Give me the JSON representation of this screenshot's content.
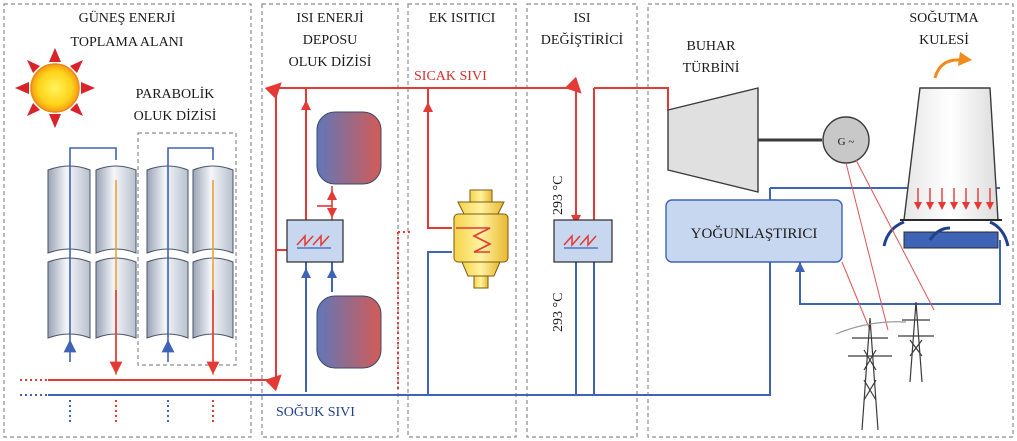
{
  "sections": {
    "solar_field": [
      "GÜNEŞ ENERJİ",
      "TOPLAMA ALANI"
    ],
    "parabolic_array": [
      "PARABOLİK",
      "OLUK DİZİSİ"
    ],
    "storage": [
      "ISI ENERJİ",
      "DEPOSU",
      "OLUK DİZİSİ"
    ],
    "aux_heater": [
      "EK ISITICI"
    ],
    "heat_exchanger": [
      "ISI",
      "DEĞİŞTİRİCİ"
    ],
    "turbine": [
      "BUHAR",
      "TÜRBİNİ"
    ],
    "cooling_tower": [
      "SOĞUTMA",
      "KULESİ"
    ]
  },
  "flows": {
    "hot_fluid": "SICAK SIVI",
    "cold_fluid": "SOĞUK SIVI"
  },
  "temperatures": {
    "hot": "293 °C",
    "cold": "293 °C"
  },
  "components": {
    "condenser": "YOĞUNLAŞTIRICI",
    "generator": "G ~"
  },
  "colors": {
    "hot": "#e53935",
    "cold": "#3f63b5",
    "orange": "#f0a030",
    "box": "#c6d7ef",
    "tank_blue": "#5f78b8",
    "tank_red": "#cc5a5a"
  }
}
